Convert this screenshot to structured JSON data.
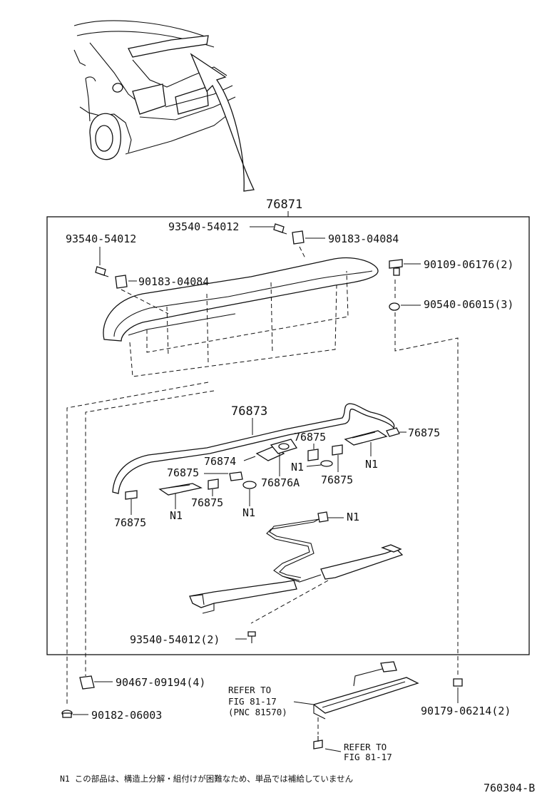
{
  "assembly": {
    "main_part": "76871",
    "sub_part": "76873"
  },
  "callouts": {
    "screw_left": "93540-54012",
    "screw_top": "93540-54012",
    "nut_left": "90183-04084",
    "nut_top": "90183-04084",
    "bolt_right": "90109-06176(2)",
    "washer_right": "90540-06015(3)",
    "seal_a": "76875",
    "seal_b": "76875",
    "seal_c": "76875",
    "seal_d": "76875",
    "seal_e": "76875",
    "seal_f": "76875",
    "gasket": "76874",
    "cushion": "76876A",
    "n1_a": "N1",
    "n1_b": "N1",
    "n1_c": "N1",
    "n1_d": "N1",
    "n1_e": "N1",
    "lamp_screw": "93540-54012(2)",
    "clip_left": "90467-09194(4)",
    "nut_bottom": "90182-06003",
    "grommet_right": "90179-06214(2)",
    "refer1_line1": "REFER TO",
    "refer1_line2": "FIG 81-17",
    "refer1_line3": "(PNC 81570)",
    "refer2_line1": "REFER TO",
    "refer2_line2": "FIG 81-17"
  },
  "footnote": "N1 この部品は、構造上分解・組付けが困難なため、単品では補給していません",
  "figure_code": "760304-B"
}
